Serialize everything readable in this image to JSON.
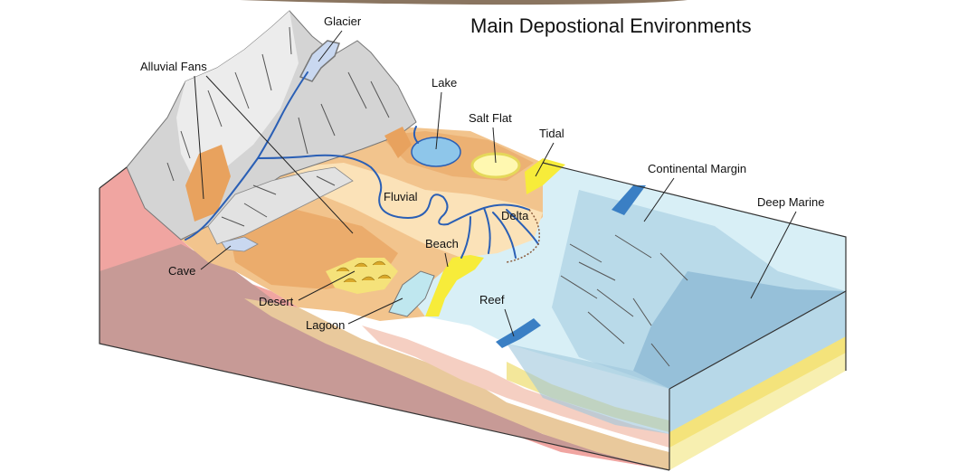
{
  "title": "Main Depostional Environments",
  "labels": {
    "glacier": "Glacier",
    "alluvial_fans": "Alluvial Fans",
    "lake": "Lake",
    "salt_flat": "Salt Flat",
    "tidal": "Tidal",
    "continental_margin": "Continental Margin",
    "deep_marine": "Deep Marine",
    "fluvial": "Fluvial",
    "delta": "Delta",
    "beach": "Beach",
    "cave": "Cave",
    "desert": "Desert",
    "lagoon": "Lagoon",
    "reef": "Reef"
  },
  "colors": {
    "bedrock_red": "#f0a5a1",
    "bedrock_dark": "#c79a96",
    "land_orange": "#f2c48d",
    "land_dark": "#e8a25e",
    "mountain_grey": "#d4d4d4",
    "mountain_light": "#ececec",
    "sea_light": "#d8eff6",
    "sea_mid": "#a8cfe0",
    "sea_deep": "#86b4d1",
    "sand_yellow": "#f7ec7a",
    "water_blue": "#8ec6ea",
    "river_blue": "#2a5fb5",
    "reef_blue": "#3a7fc4"
  }
}
